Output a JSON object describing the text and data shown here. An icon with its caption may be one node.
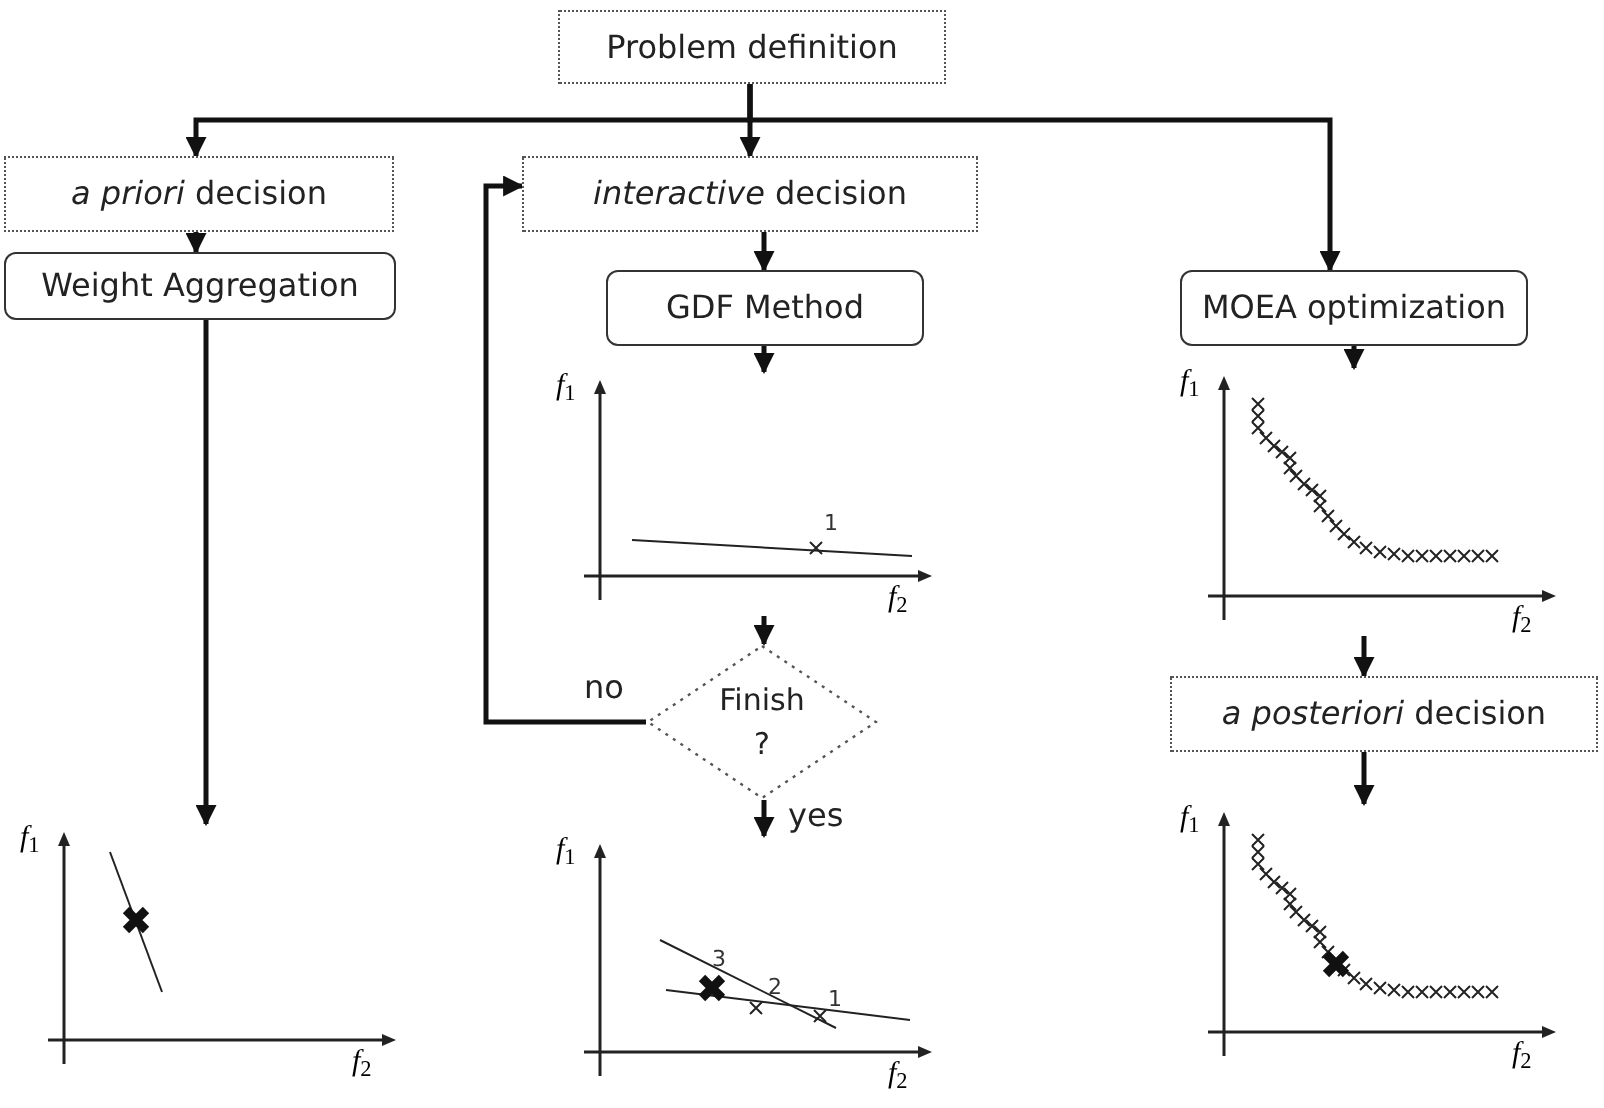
{
  "diagram": {
    "nodes": [
      {
        "text": [
          "Problem definition"
        ]
      },
      {
        "text": [
          "*a priori* decision"
        ]
      },
      {
        "text": [
          "*interactive* decision"
        ]
      },
      {
        "text": [
          "Weight Aggregation"
        ]
      },
      {
        "text": [
          "GDF Method"
        ]
      },
      {
        "text": [
          "MOEA optimization"
        ]
      },
      {
        "text": [
          "*f*$_{1}$",
          "*f*$_{2}$",
          "1"
        ]
      },
      {
        "text": [
          "*f*$_{1}$",
          "*f*$_{2}$"
        ]
      },
      {
        "text": [
          "Finish ?"
        ]
      },
      {
        "text": [
          "*a posteriori* decision"
        ]
      },
      {
        "text": [
          "*f*$_{1}$",
          "*f*$_{2}$"
        ]
      },
      {
        "text": [
          "*f*$_{1}$",
          "*f*$_{2}$",
          "3",
          "2",
          "1"
        ]
      },
      {
        "text": [
          "*f*$_{1}$",
          "*f*$_{2}$"
        ]
      }
    ],
    "edges": [
      {
        "from": 0,
        "to": 1,
        "arrow": "to"
      },
      {
        "from": 0,
        "to": 2,
        "arrow": "to"
      },
      {
        "from": 0,
        "to": 5,
        "arrow": "to"
      },
      {
        "from": 1,
        "to": 3,
        "arrow": "to"
      },
      {
        "from": 2,
        "to": 4,
        "arrow": "to"
      },
      {
        "from": 3,
        "to": 10,
        "arrow": "to"
      },
      {
        "from": 4,
        "to": 6,
        "arrow": "to"
      },
      {
        "from": 6,
        "to": 8,
        "arrow": "to"
      },
      {
        "from": 8,
        "to": 2,
        "arrow": "to",
        "label": "no"
      },
      {
        "from": 8,
        "to": 11,
        "arrow": "to",
        "label": "yes"
      },
      {
        "from": 5,
        "to": 7,
        "arrow": "to"
      },
      {
        "from": 7,
        "to": 9,
        "arrow": "to"
      },
      {
        "from": 9,
        "to": 12,
        "arrow": "to"
      }
    ]
  }
}
